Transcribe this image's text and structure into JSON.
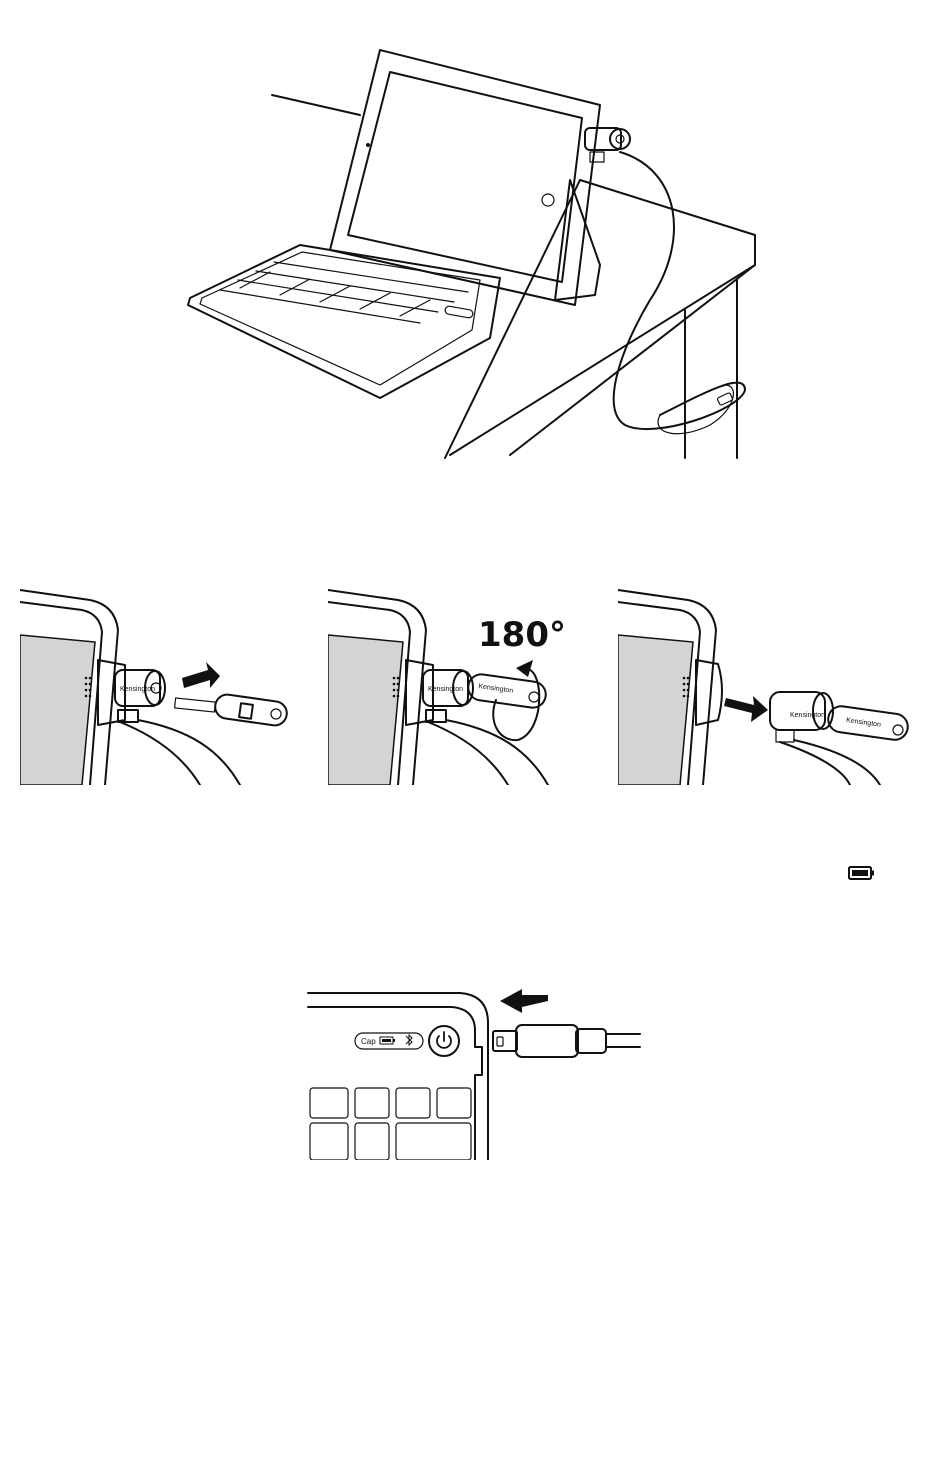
{
  "rotation_label": "180°",
  "brand_label": "Kensington",
  "caps_lock_label": "Cap",
  "colors": {
    "screen": "#d4d4d4",
    "line": "#111111",
    "plug": "#c8c8c8"
  },
  "icons": [
    "battery-icon",
    "bluetooth-icon",
    "power-icon",
    "arrow-left-icon",
    "arrow-right-icon",
    "rotate-arrow-icon"
  ]
}
